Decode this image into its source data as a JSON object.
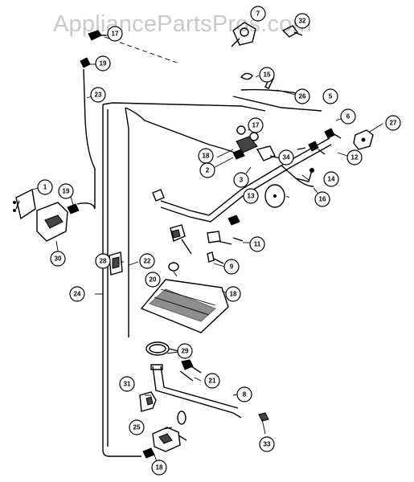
{
  "watermark": "AppliancePartsPros.com",
  "callouts": [
    {
      "id": "c1",
      "label": "1"
    },
    {
      "id": "c2",
      "label": "2"
    },
    {
      "id": "c3",
      "label": "3"
    },
    {
      "id": "c5",
      "label": "5"
    },
    {
      "id": "c6",
      "label": "6"
    },
    {
      "id": "c7",
      "label": "7"
    },
    {
      "id": "c8",
      "label": "8"
    },
    {
      "id": "c9",
      "label": "9"
    },
    {
      "id": "c11",
      "label": "11"
    },
    {
      "id": "c12",
      "label": "12"
    },
    {
      "id": "c13",
      "label": "13"
    },
    {
      "id": "c14",
      "label": "14"
    },
    {
      "id": "c15",
      "label": "15"
    },
    {
      "id": "c16",
      "label": "16"
    },
    {
      "id": "c17",
      "label": "17"
    },
    {
      "id": "c17b",
      "label": "17"
    },
    {
      "id": "c18",
      "label": "18"
    },
    {
      "id": "c18b",
      "label": "18"
    },
    {
      "id": "c18c",
      "label": "18"
    },
    {
      "id": "c19",
      "label": "19"
    },
    {
      "id": "c19b",
      "label": "19"
    },
    {
      "id": "c20",
      "label": "20"
    },
    {
      "id": "c21",
      "label": "21"
    },
    {
      "id": "c22",
      "label": "22"
    },
    {
      "id": "c23",
      "label": "23"
    },
    {
      "id": "c24",
      "label": "24"
    },
    {
      "id": "c25",
      "label": "25"
    },
    {
      "id": "c26",
      "label": "26"
    },
    {
      "id": "c27",
      "label": "27"
    },
    {
      "id": "c28",
      "label": "28"
    },
    {
      "id": "c29",
      "label": "29"
    },
    {
      "id": "c30",
      "label": "30"
    },
    {
      "id": "c31",
      "label": "31"
    },
    {
      "id": "c32",
      "label": "32"
    },
    {
      "id": "c33",
      "label": "33"
    },
    {
      "id": "c34",
      "label": "34"
    }
  ]
}
